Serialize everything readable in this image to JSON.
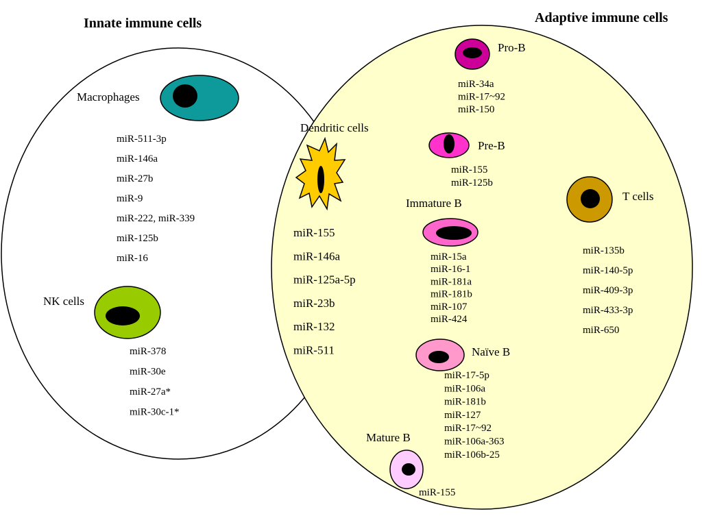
{
  "innate": {
    "title": "Innate immune cells",
    "macrophages": {
      "label": "Macrophages",
      "color": "#0e9a9a",
      "mirnas": [
        "miR-511-3p",
        "miR-146a",
        "miR-27b",
        "miR-9",
        "miR-222, miR-339",
        "miR-125b",
        "miR-16"
      ]
    },
    "nk": {
      "label": "NK cells",
      "color": "#99cc00",
      "mirnas": [
        "miR-378",
        "miR-30e",
        "miR-27a*",
        "miR-30c-1*"
      ]
    }
  },
  "adaptive": {
    "title": "Adaptive immune cells",
    "background_color": "#ffffcc",
    "dendritic": {
      "label": "Dendritic cells",
      "color": "#ffcc00",
      "mirnas": [
        "miR-155",
        "miR-146a",
        "miR-125a-5p",
        "miR-23b",
        "miR-132",
        "miR-511"
      ]
    },
    "pro_b": {
      "label": "Pro-B",
      "color": "#cc0099",
      "mirnas": [
        "miR-34a",
        "miR-17~92",
        "miR-150"
      ]
    },
    "pre_b": {
      "label": "Pre-B",
      "color": "#ff33cc",
      "mirnas": [
        "miR-155",
        "miR-125b"
      ]
    },
    "immature_b": {
      "label": "Immature B",
      "color": "#ff66cc",
      "mirnas": [
        "miR-15a",
        "miR-16-1",
        "miR-181a",
        "miR-181b",
        "miR-107",
        "miR-424"
      ]
    },
    "naive_b": {
      "label": "Naïve B",
      "color": "#ff99cc",
      "mirnas": [
        "miR-17-5p",
        "miR-106a",
        "miR-181b",
        "miR-127",
        "miR-17~92",
        "miR-106a-363",
        "miR-106b-25"
      ]
    },
    "mature_b": {
      "label": "Mature B",
      "color": "#ffccff",
      "mirnas": [
        "miR-155"
      ]
    },
    "t_cells": {
      "label": "T cells",
      "color": "#cc9900",
      "mirnas": [
        "miR-135b",
        "miR-140-5p",
        "miR-409-3p",
        "miR-433-3p",
        "miR-650"
      ]
    },
    "b_label_color": "#cc0099",
    "t_label_color": "#cc9900"
  }
}
